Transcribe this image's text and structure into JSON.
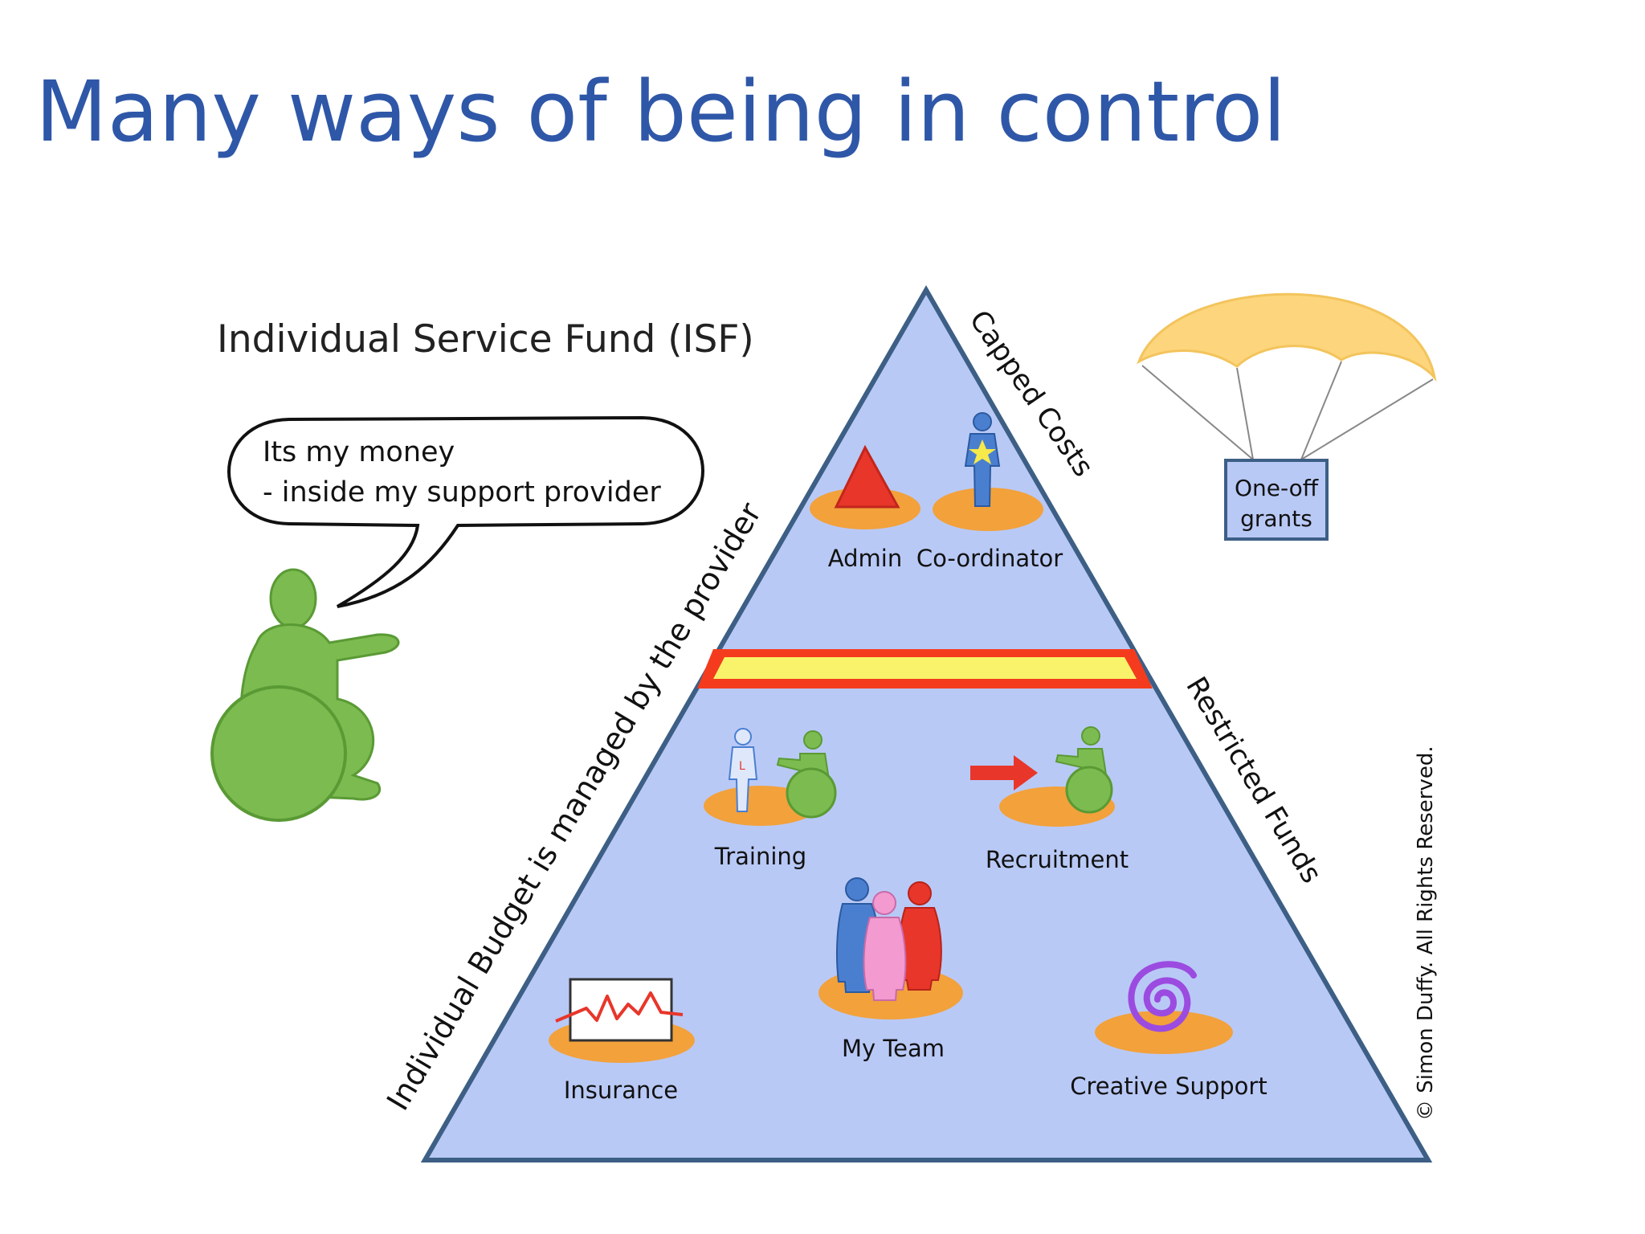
{
  "slide": {
    "title": "Many ways of being in control"
  },
  "diagram": {
    "heading": "Individual Service Fund (ISF)",
    "speech_line1": "Its my money",
    "speech_line2": "- inside my support provider",
    "left_side_label": "Individual Budget is managed by the provider",
    "upper_right_label": "Capped Costs",
    "lower_right_label": "Restricted Funds",
    "grants_line1": "One-off",
    "grants_line2": "grants",
    "copyright": "© Simon Duffy. All Rights Reserved.",
    "items": {
      "admin": "Admin",
      "coordinator": "Co-ordinator",
      "training": "Training",
      "recruitment": "Recruitment",
      "my_team": "My Team",
      "insurance": "Insurance",
      "creative_support": "Creative Support"
    },
    "colors": {
      "title": "#2f57a8",
      "triangle_fill": "#b9c9f6",
      "triangle_stroke": "#3d5f85",
      "person_green": "#7cbb4f",
      "pad_orange": "#f2a13b",
      "bar_red": "#f43b1e",
      "bar_yellow": "#f8f36a",
      "parachute": "#fdd57c"
    }
  }
}
